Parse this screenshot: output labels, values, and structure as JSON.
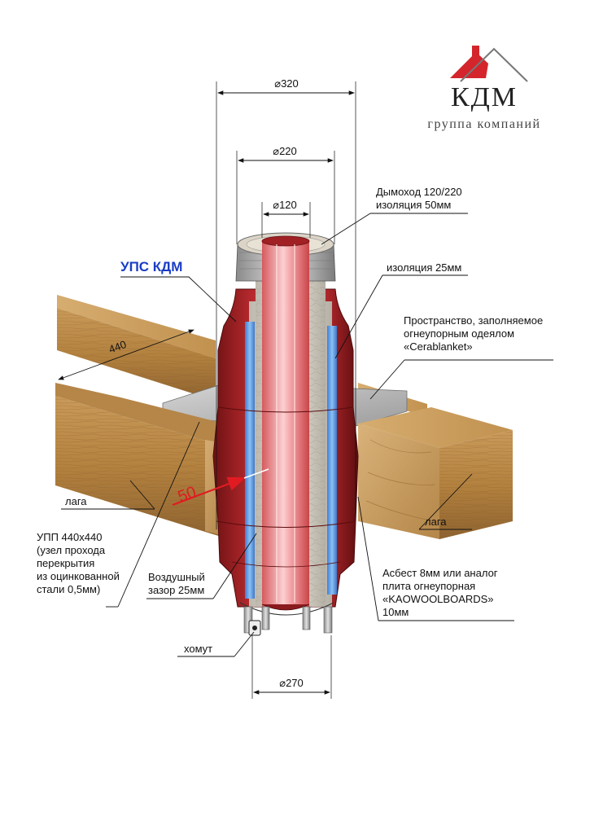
{
  "logo": {
    "name": "КДМ",
    "tagline": "группа компаний"
  },
  "title": "УПС КДМ",
  "colors": {
    "brand_red": "#d4242c",
    "title_blue": "#1a3dc4",
    "chimney_red": "#a8262a",
    "flue_pink": "#f08a8a",
    "insulation_blue": "#5b9ee8",
    "wood": "#b98a4c"
  },
  "dimensions": {
    "d320": "320",
    "d220": "220",
    "d120": "120",
    "d270": "270",
    "w440": "440",
    "gap50": "50"
  },
  "labels": {
    "chimney": [
      "Дымоход 120/220",
      "изоляция 50мм"
    ],
    "insulation": [
      "изоляция 25мм"
    ],
    "space": [
      "Пространство, заполняемое",
      "огнеупорным одеялом",
      "«Cerablanket»"
    ],
    "lag_left": [
      "лага"
    ],
    "lag_right": [
      "лага"
    ],
    "upp": [
      "УПП 440х440",
      "(узел прохода",
      "перекрытия",
      "из оцинкованной",
      "стали 0,5мм)"
    ],
    "air_gap": [
      "Воздушный",
      "зазор 25мм"
    ],
    "asbestos": [
      "Асбест 8мм или аналог",
      "плита огнеупорная",
      "«KAOWOOLBOARDS»",
      "10мм"
    ],
    "clamp": [
      "хомут"
    ]
  }
}
